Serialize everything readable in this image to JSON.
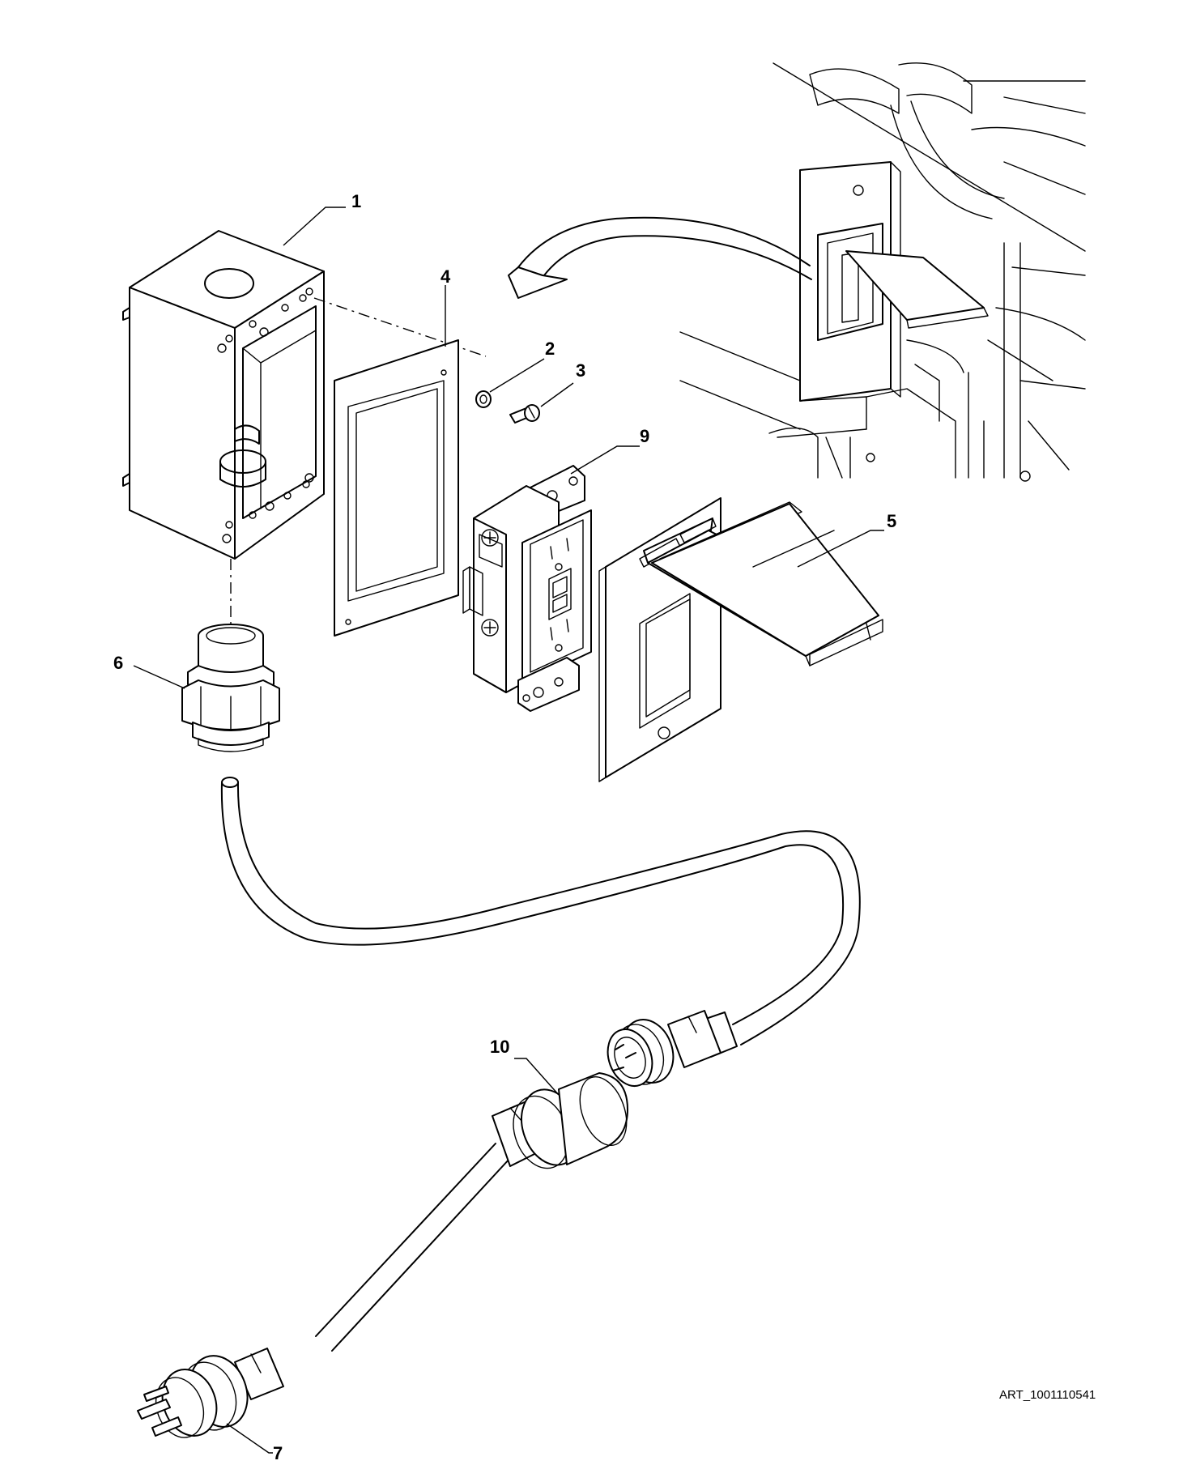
{
  "callouts": {
    "c1": "1",
    "c2": "2",
    "c3": "3",
    "c4": "4",
    "c5": "5",
    "c6": "6",
    "c7": "7",
    "c9": "9",
    "c10": "10"
  },
  "art_id": "ART_1001110541",
  "icons": {
    "junction_box": "electrical-box-icon",
    "gasket": "gasket-icon",
    "washer": "washer-icon",
    "screw": "screw-icon",
    "receptacle": "gfci-receptacle-icon",
    "cover": "weatherproof-cover-icon",
    "fitting": "cable-fitting-icon",
    "plug": "plug-icon",
    "connector": "connector-icon"
  }
}
